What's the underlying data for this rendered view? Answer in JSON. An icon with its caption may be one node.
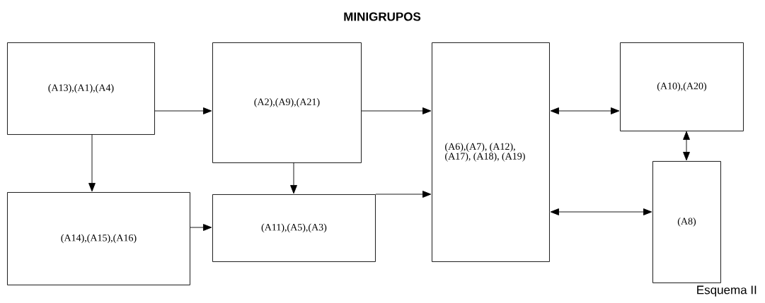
{
  "diagram": {
    "title": "MINIGRUPOS",
    "nodes": [
      {
        "text": [
          "(A13),(A1),(A4)"
        ]
      },
      {
        "text": [
          "(A2),(A9),(A21)"
        ]
      },
      {
        "text": [
          "(A6),(A7), (A12), (A17), (A18), (A19)"
        ]
      },
      {
        "text": [
          "(A14),(A15),(A16)"
        ]
      },
      {
        "text": [
          "(A11),(A5),(A3)"
        ]
      },
      {
        "text": [
          "(A10),(A20)"
        ]
      },
      {
        "text": [
          "(A8)"
        ]
      }
    ],
    "edges": [
      {
        "from": 0,
        "to": 3,
        "arrow": "to"
      },
      {
        "from": 0,
        "to": 1,
        "arrow": "to"
      },
      {
        "from": 1,
        "to": 2,
        "arrow": "to"
      },
      {
        "from": 1,
        "to": 4,
        "arrow": "to"
      },
      {
        "from": 3,
        "to": 4,
        "arrow": "to"
      },
      {
        "from": 4,
        "to": 2,
        "arrow": "to"
      },
      {
        "from": 2,
        "to": 5,
        "arrow": "both"
      },
      {
        "from": 5,
        "to": 6,
        "arrow": "both"
      },
      {
        "from": 2,
        "to": 6,
        "arrow": "both"
      }
    ],
    "labels": [
      "Esquema II"
    ]
  }
}
